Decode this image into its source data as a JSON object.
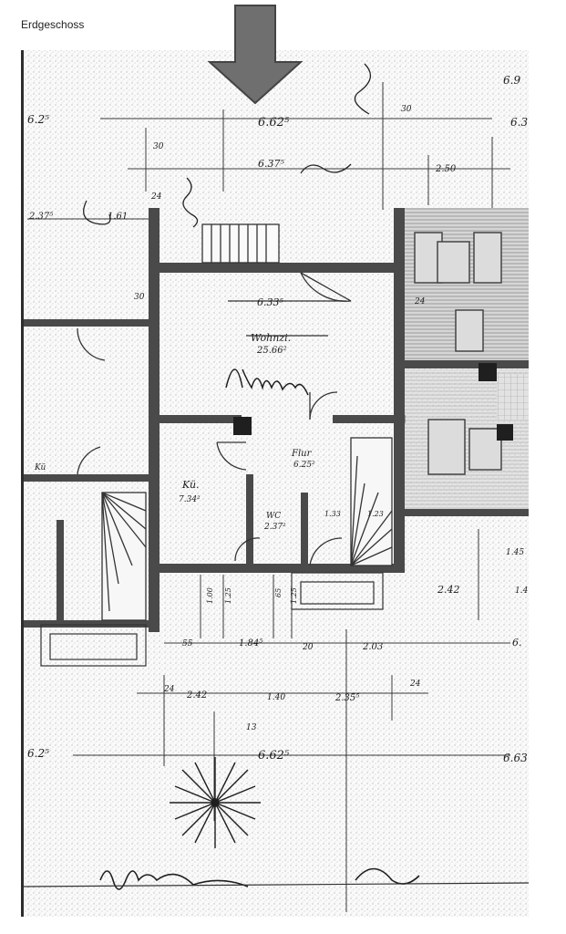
{
  "page": {
    "title": "Erdgeschoss"
  },
  "plan": {
    "rooms": {
      "wohnzimmer": {
        "label": "Wohnzi.",
        "area": "25.66²"
      },
      "kueche": {
        "label": "Kü.",
        "area": "7.34²"
      },
      "flur": {
        "label": "Flur",
        "area": "6.25²"
      },
      "wc": {
        "label": "WC",
        "area": "2.37²"
      }
    },
    "dimensions": {
      "top_left": "6.2⁵",
      "top_center_1": "6.62⁵",
      "top_center_2": "6.37⁵",
      "top_right_1": "6.9",
      "top_right_2": "6.3",
      "d30_top": "30",
      "d30_right": "30",
      "d2_50": "2.50",
      "d24_upper": "24",
      "d2_37": "2.37⁵",
      "d1_61": "1.61",
      "d30_left": "30",
      "d24_mid": "24",
      "living_width": "6.33⁵",
      "d1_33": "1.33",
      "d1_23": "1.23",
      "d1_00": "1.00",
      "d1_25": "1.25",
      "d65": "65",
      "d1_25b": "1.25",
      "d55": "55",
      "d1_845": "1.84⁵",
      "d20": "20",
      "d2_03": "2.03",
      "d2_42_right": "2.42",
      "d1_45": "1.45",
      "d1_4": "1.4",
      "d24_lower": "24",
      "d2_42": "2.42",
      "d1_40": "1.40",
      "d2_35": "2.35⁵",
      "d24_lower_right": "24",
      "d6_25_left": "6.2⁵",
      "d6_62_bottom": "6.62⁵",
      "d6_6_right": "6.63",
      "d13": "13",
      "d6_right_mid": "6.",
      "neighbor_label": "Kü"
    }
  },
  "colors": {
    "wall": "#4a4a4a",
    "line": "#2a2a2a",
    "paper": "#ffffff",
    "hatch": "#9a9a9a"
  },
  "icons": {
    "arrow": "down-arrow-icon",
    "compass": "compass-icon"
  }
}
